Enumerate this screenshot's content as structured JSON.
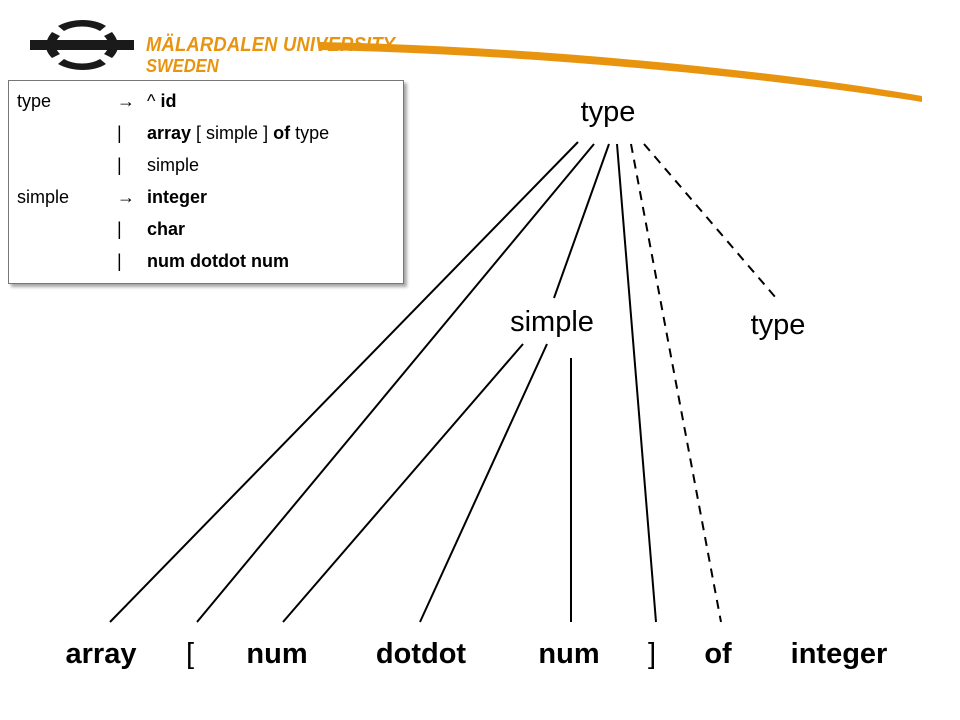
{
  "logo": {
    "name": "MÄLARDALEN UNIVERSITY",
    "country": "SWEDEN"
  },
  "grammar": {
    "rows": [
      {
        "lhs": "type",
        "symbol": "→",
        "rhs": [
          {
            "t": "^ ",
            "b": false
          },
          {
            "t": "id",
            "b": true
          }
        ]
      },
      {
        "lhs": "",
        "symbol": "|",
        "rhs": [
          {
            "t": "array",
            "b": true
          },
          {
            "t": " [ simple ] ",
            "b": false
          },
          {
            "t": "of",
            "b": true
          },
          {
            "t": " type",
            "b": false
          }
        ]
      },
      {
        "lhs": "",
        "symbol": "|",
        "rhs": [
          {
            "t": "simple",
            "b": false
          }
        ]
      },
      {
        "lhs": "simple",
        "symbol": "→",
        "rhs": [
          {
            "t": "integer",
            "b": true
          }
        ]
      },
      {
        "lhs": "",
        "symbol": "|",
        "rhs": [
          {
            "t": "char",
            "b": true
          }
        ]
      },
      {
        "lhs": "",
        "symbol": "|",
        "rhs": [
          {
            "t": "num dotdot num",
            "b": true
          }
        ]
      }
    ]
  },
  "tree": {
    "root": "type",
    "nodes": [
      "simple",
      "type"
    ],
    "leaves": [
      "array",
      "[",
      "num",
      "dotdot",
      "num",
      "]",
      "of",
      "integer"
    ]
  },
  "colors": {
    "accent_orange": "#e8940f",
    "logo_black": "#1a1a1a"
  }
}
